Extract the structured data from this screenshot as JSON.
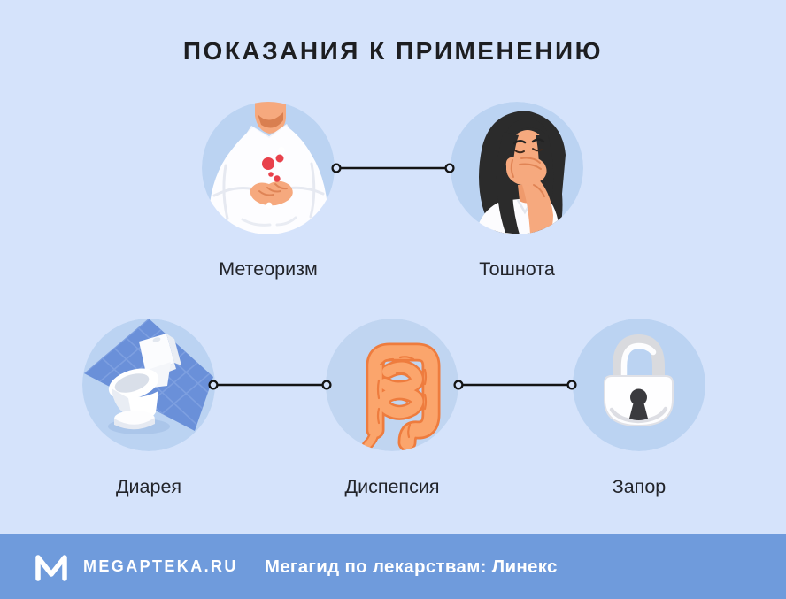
{
  "title": "ПОКАЗАНИЯ К ПРИМЕНЕНИЮ",
  "indications": [
    {
      "label": "Метеоризм",
      "icon": "man-holding-stomach-icon"
    },
    {
      "label": "Тошнота",
      "icon": "woman-covering-mouth-icon"
    },
    {
      "label": "Диарея",
      "icon": "toilet-icon"
    },
    {
      "label": "Диспепсия",
      "icon": "intestines-icon"
    },
    {
      "label": "Запор",
      "icon": "padlock-icon"
    }
  ],
  "footer": {
    "brand": "MEGAPTEKA.RU",
    "logo_icon": "megapteka-m-logo",
    "tagline": "Мегагид по лекарствам: Линекс"
  },
  "colors": {
    "background": "#d5e3fb",
    "circle_fill": "#bbd3f2",
    "footer_bar": "#6f9bdc",
    "title_text": "#1d1e21",
    "label_text": "#22242a",
    "connector": "#141414",
    "skin": "#f6a97e",
    "shirt_white": "#fdfdff",
    "alert_red": "#e8414b",
    "hair_dark": "#2b2b2b",
    "tile_wall": "#6a90d9",
    "tile_lines": "#7d9fe0",
    "intestine_fill": "#fba56c",
    "intestine_outline": "#ee7c3e",
    "lock_metal": "#d9dade",
    "keyhole_dark": "#3a3a3e"
  }
}
